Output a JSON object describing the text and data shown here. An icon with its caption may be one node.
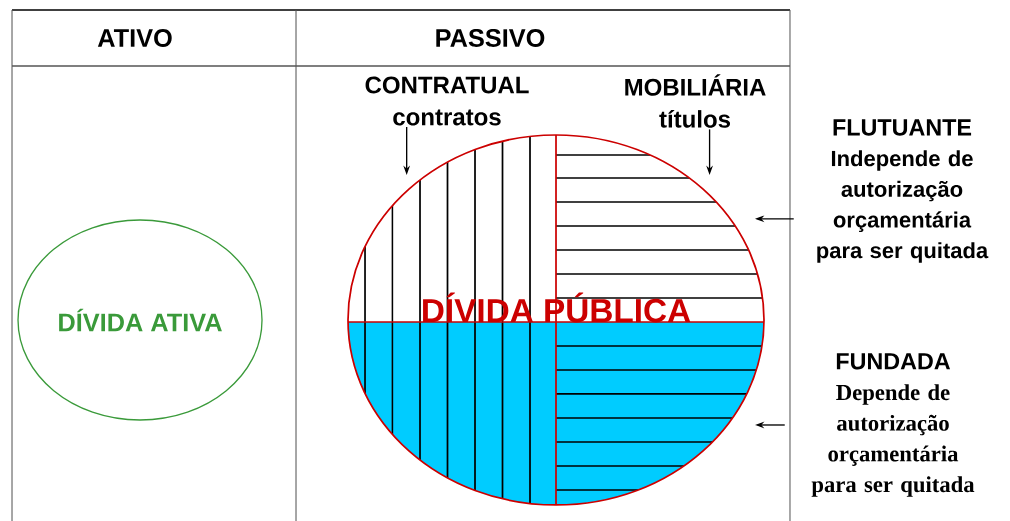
{
  "diagram": {
    "nodes": [
      {
        "text": [
          "DÍVIDA ATIVA"
        ]
      },
      {
        "text": [
          "DÍVIDA PÚBLICA"
        ]
      },
      {
        "text": [
          "CONTRATUAL",
          "contratos"
        ]
      },
      {
        "text": [
          "MOBILIÁRIA",
          "títulos"
        ]
      },
      {
        "text": [
          "FLUTUANTE",
          "Independe de autorização orçamentária para ser quitada"
        ]
      },
      {
        "text": [
          "FUNDADA",
          "Depende de autorização orçamentária para ser quitada"
        ]
      }
    ],
    "edges": [
      {
        "from": 2,
        "to": 1,
        "arrow": "to"
      },
      {
        "from": 3,
        "to": 1,
        "arrow": "to"
      },
      {
        "from": 4,
        "to": 1,
        "arrow": "to"
      },
      {
        "from": 5,
        "to": 1,
        "arrow": "to"
      }
    ],
    "labels": [
      "ATIVO",
      "PASSIVO"
    ]
  }
}
